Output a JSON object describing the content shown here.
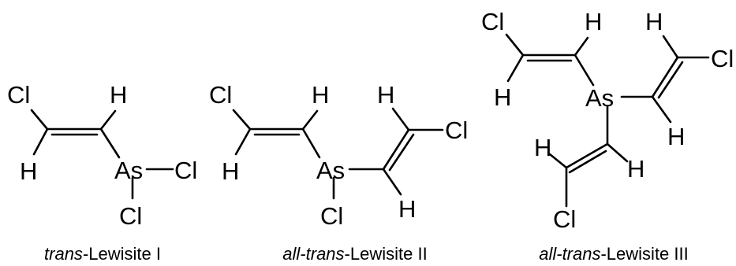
{
  "molecules": [
    {
      "id": "lewisite-1",
      "atoms": {
        "cl_vinyl": "Cl",
        "h_vinyl_1": "H",
        "h_vinyl_2": "H",
        "as": "As",
        "cl_right": "Cl",
        "cl_bottom": "Cl"
      },
      "caption": {
        "prefix_italic": "trans",
        "suffix": "-Lewisite I"
      }
    },
    {
      "id": "lewisite-2",
      "atoms": {
        "cl_vinyl_a": "Cl",
        "h_vinyl_a1": "H",
        "h_vinyl_a2": "H",
        "h_vinyl_b1": "H",
        "cl_vinyl_b": "Cl",
        "h_vinyl_b2": "H",
        "as": "As",
        "cl_bottom": "Cl"
      },
      "caption": {
        "prefix_italic": "all-trans",
        "suffix": "-Lewisite II"
      }
    },
    {
      "id": "lewisite-3",
      "atoms": {
        "cl_vinyl_a": "Cl",
        "h_vinyl_a1": "H",
        "h_vinyl_a2": "H",
        "h_vinyl_b1": "H",
        "cl_vinyl_b": "Cl",
        "h_vinyl_b2": "H",
        "as": "As",
        "h_vinyl_c1": "H",
        "h_vinyl_c2": "H",
        "cl_vinyl_c": "Cl"
      },
      "caption": {
        "prefix_italic": "all-trans",
        "suffix": "-Lewisite III"
      }
    }
  ]
}
